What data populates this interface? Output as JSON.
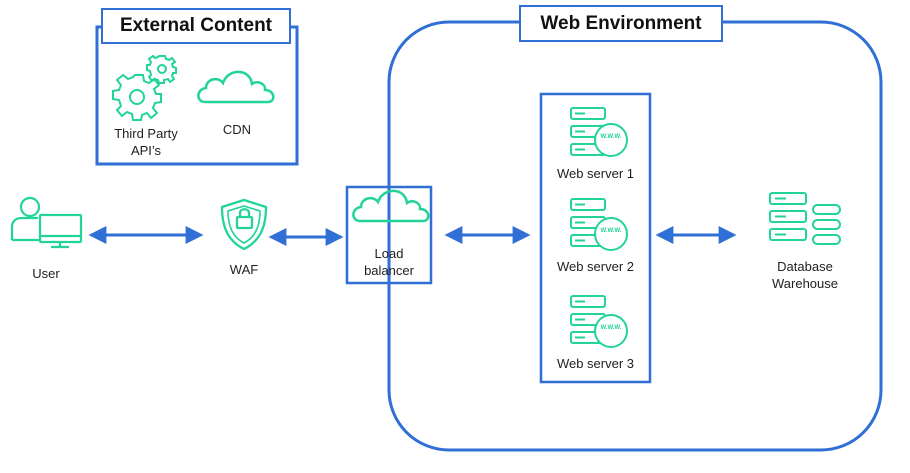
{
  "external_content": {
    "title": "External Content",
    "third_party_label": "Third Party\nAPI’s",
    "cdn_label": "CDN"
  },
  "web_environment": {
    "title": "Web Environment",
    "servers": [
      "Web server 1",
      "Web server 2",
      "Web server 3"
    ],
    "server_badge": "W.W.W."
  },
  "nodes": {
    "user": "User",
    "waf": "WAF",
    "load_balancer": "Load\nbalancer",
    "database": "Database\nWarehouse"
  },
  "colors": {
    "accent": "#2f6fd6",
    "icon": "#22d39a"
  }
}
